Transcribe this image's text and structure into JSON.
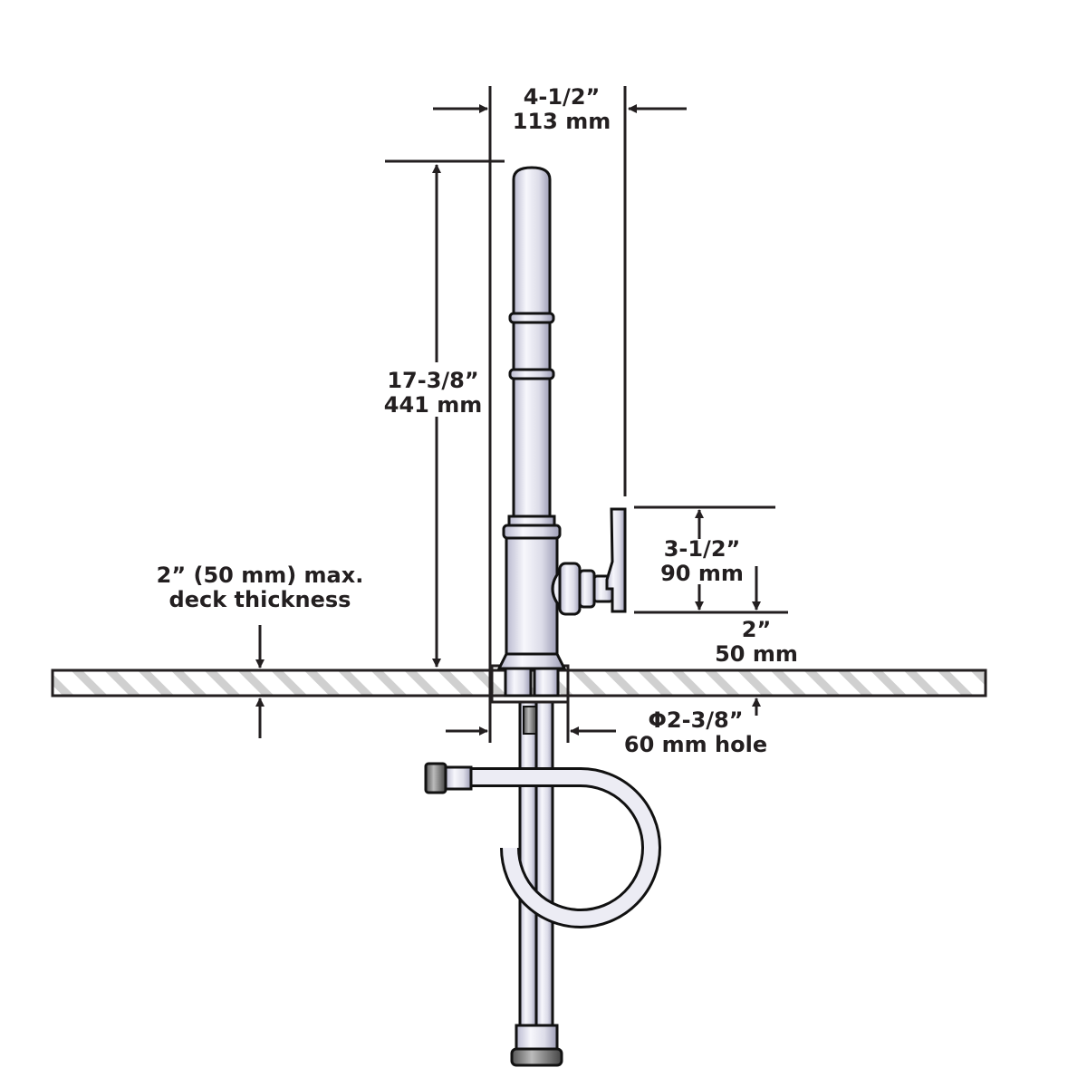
{
  "title": "Faucet installation dimensions",
  "colors": {
    "line": "#231f20",
    "hatch": "#cfcfcf",
    "metal_light": "#f4f4fb",
    "metal_dark": "#a9a9c0"
  },
  "dimensions": {
    "spout_reach": {
      "imperial": "4-1/2”",
      "metric": "113 mm"
    },
    "height": {
      "imperial": "17-3/8”",
      "metric": "441 mm"
    },
    "handle_height": {
      "imperial": "3-1/2”",
      "metric": "90 mm"
    },
    "handle_above_deck": {
      "imperial": "2”",
      "metric": "50 mm"
    },
    "hole": {
      "imperial": "Φ2-3/8”",
      "metric": "60 mm hole"
    },
    "deck": {
      "line1": "2” (50 mm) max.",
      "line2": "deck thickness"
    }
  }
}
